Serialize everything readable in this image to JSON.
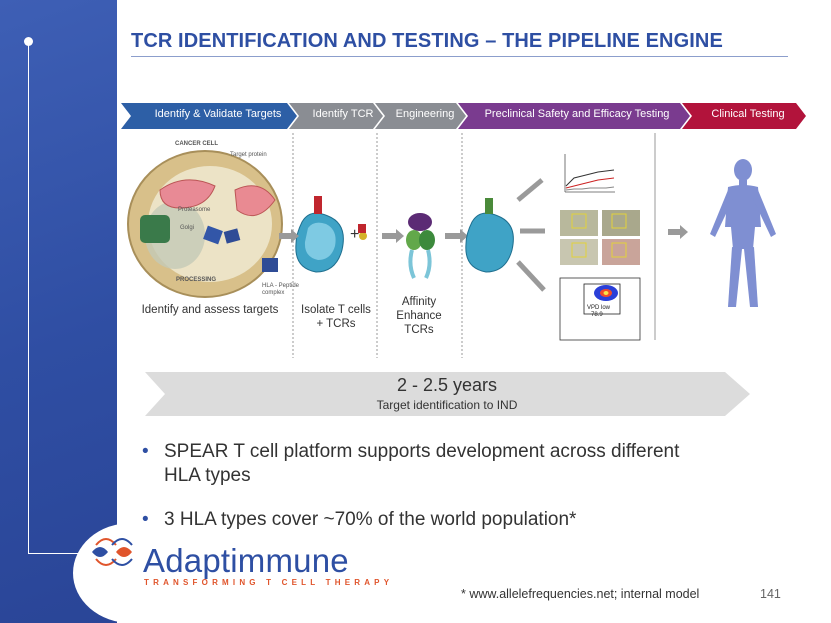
{
  "title": "TCR IDENTIFICATION AND TESTING – THE PIPELINE ENGINE",
  "pipeline": {
    "stages": [
      {
        "label": "Identify & Validate Targets",
        "color": "#2d5fa6"
      },
      {
        "label": "Identify TCR",
        "color": "#8a8d93"
      },
      {
        "label": "Engineering",
        "color": "#8a8d93"
      },
      {
        "label": "Preclinical Safety and Efficacy Testing",
        "color": "#7a3b8f"
      },
      {
        "label": "Clinical Testing",
        "color": "#b2133b"
      }
    ]
  },
  "panels": {
    "targets": {
      "caption": "Identify and assess targets",
      "cancer_cell": "CANCER CELL",
      "target_protein": "Target protein",
      "proteasome": "Proteasome",
      "golgi": "Golgi",
      "processing": "PROCESSING",
      "hla_complex": "HLA - Peptide complex"
    },
    "isolate": {
      "caption": "Isolate T cells + TCRs"
    },
    "engineering": {
      "caption": "Affinity Enhance TCRs"
    },
    "preclinical": {
      "flow_gate_label": "VPD low",
      "flow_gate_value": "78.9"
    }
  },
  "timeline": {
    "duration": "2 - 2.5 years",
    "subtitle": "Target identification to IND"
  },
  "bullets": [
    "SPEAR T cell platform supports development across different  HLA types",
    "3 HLA types cover ~70% of the world population*"
  ],
  "footnote": "* www.allelefrequencies.net; internal model",
  "page_number": "141",
  "logo": {
    "name": "Adaptimmune",
    "tagline": "TRANSFORMING T CELL THERAPY"
  }
}
